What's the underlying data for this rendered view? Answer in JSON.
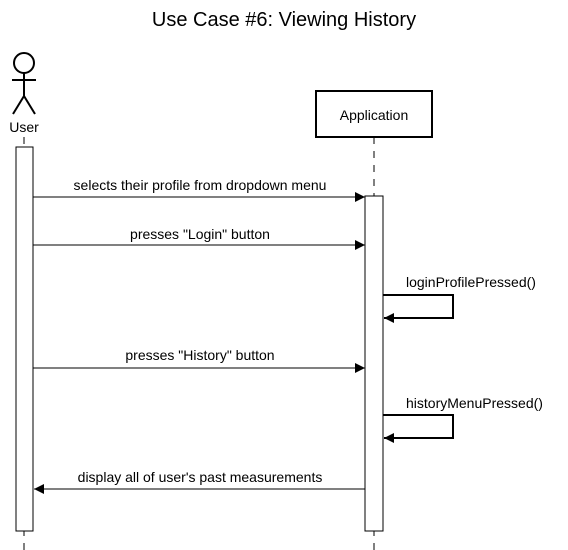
{
  "diagram": {
    "title": "Use Case #6: Viewing History",
    "participants": {
      "user": {
        "label": "User",
        "kind": "actor"
      },
      "app": {
        "label": "Application",
        "kind": "box"
      }
    },
    "messages": [
      {
        "id": "m1",
        "label": "selects their profile from dropdown menu",
        "from": "user",
        "to": "app"
      },
      {
        "id": "m2",
        "label": "presses \"Login\" button",
        "from": "user",
        "to": "app"
      },
      {
        "id": "m3",
        "label": "loginProfilePressed()",
        "from": "app",
        "to": "app"
      },
      {
        "id": "m4",
        "label": "presses \"History\" button",
        "from": "user",
        "to": "app"
      },
      {
        "id": "m5",
        "label": "historyMenuPressed()",
        "from": "app",
        "to": "app"
      },
      {
        "id": "m6",
        "label": "display all of user's past measurements",
        "from": "app",
        "to": "user"
      }
    ]
  }
}
